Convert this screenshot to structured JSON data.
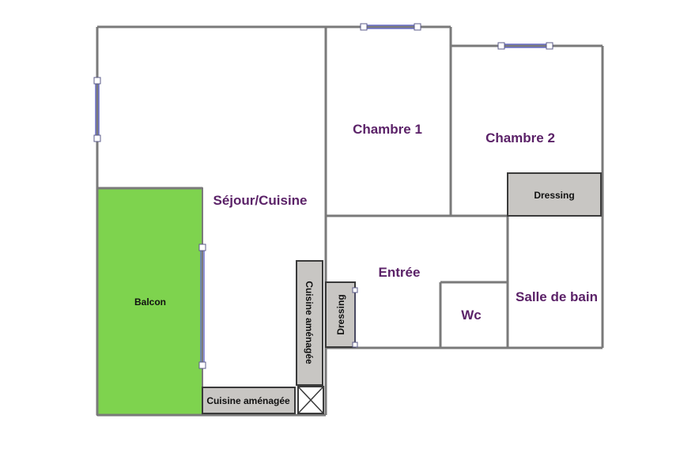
{
  "plan": {
    "rooms": {
      "sejour": "Séjour/Cuisine",
      "chambre1": "Chambre 1",
      "chambre2": "Chambre 2",
      "entree": "Entrée",
      "wc": "Wc",
      "salle_de_bain": "Salle de bain"
    },
    "fixtures": {
      "balcon": "Balcon",
      "dressing_chambre2": "Dressing",
      "dressing_entree": "Dressing",
      "cuisine_vertical": "Cuisine aménagée",
      "cuisine_horizontal": "Cuisine aménagée"
    },
    "colors": {
      "walls": "#7a7a7a",
      "room_text": "#5b2268",
      "balcony": "#7ed34e",
      "fixture_fill": "#c8c6c3",
      "window": "#6a6fc9"
    }
  }
}
